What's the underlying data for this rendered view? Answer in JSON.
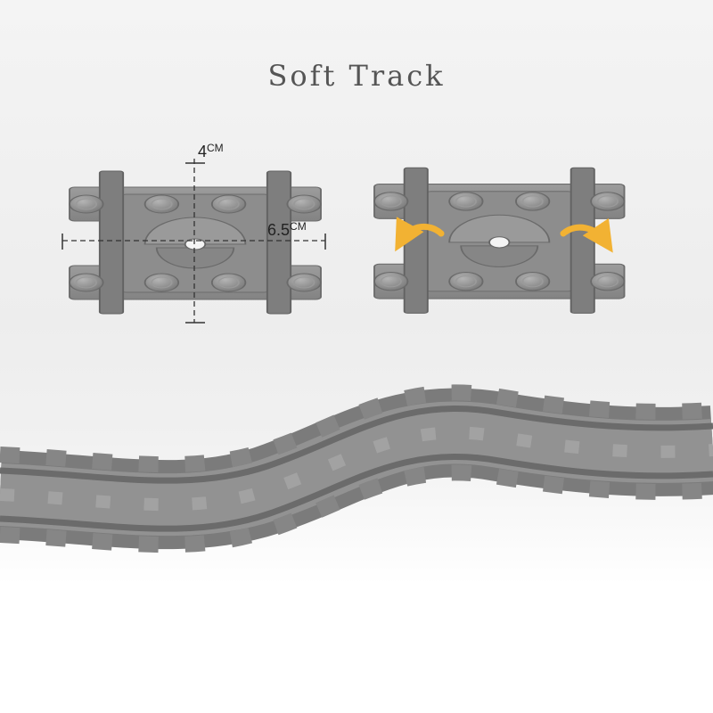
{
  "title": "Soft Track",
  "dimensions": {
    "width_value": "4",
    "width_unit": "CM",
    "length_value": "6.5",
    "length_unit": "CM"
  },
  "colors": {
    "track": "#8e8e8e",
    "track_dark": "#6f6f6f",
    "track_light": "#a9a9a9",
    "arrow": "#f2b233",
    "background": "#efefef"
  },
  "icons": {
    "rotate_left": "rotate-left-arrow-icon",
    "rotate_right": "rotate-right-arrow-icon"
  }
}
